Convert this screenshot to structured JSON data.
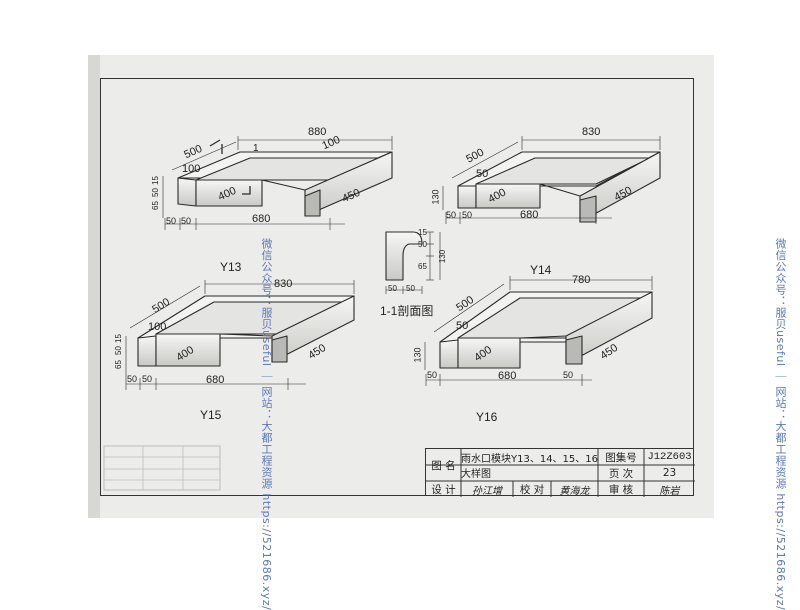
{
  "drawings": {
    "y13": {
      "name": "Y13",
      "dims": {
        "width_top": "880",
        "depth": "500",
        "lip": "100",
        "inner_lip": "100",
        "side_a": "400",
        "side_b": "450",
        "base": "680",
        "gap_left": "50",
        "gap_right": "50",
        "h1": "15",
        "h2": "50",
        "h3": "65"
      }
    },
    "y14": {
      "name": "Y14",
      "dims": {
        "width_top": "830",
        "depth": "500",
        "lip": "50",
        "side_a": "400",
        "side_b": "450",
        "base": "680",
        "gap_left": "50",
        "gap_right": "50",
        "height": "130"
      }
    },
    "y15": {
      "name": "Y15",
      "dims": {
        "width_top": "830",
        "depth": "500",
        "lip": "100",
        "side_a": "400",
        "side_b": "450",
        "base": "680",
        "gap_left": "50",
        "gap_right": "50",
        "h1": "15",
        "h2": "50",
        "h3": "65"
      }
    },
    "y16": {
      "name": "Y16",
      "dims": {
        "width_top": "780",
        "depth": "500",
        "lip": "50",
        "side_a": "400",
        "side_b": "450",
        "base": "680",
        "gap_left": "50",
        "gap_right": "50",
        "height": "130"
      }
    },
    "section": {
      "name": "1-1剖面图",
      "dims": {
        "w1": "50",
        "w2": "50",
        "h1": "15",
        "h2": "50",
        "h3": "65",
        "total": "130"
      }
    },
    "section_mark": "1"
  },
  "title_block": {
    "label_name": "图 名",
    "title": "雨水口模块Y13、14、15、16大样图",
    "label_atlas": "图集号",
    "atlas_no": "J12Z603",
    "label_page": "页 次",
    "page_no": "23",
    "label_design": "设 计",
    "design_sig": "孙江增",
    "label_check": "校 对",
    "check_sig": "黄海龙",
    "label_review": "审 核",
    "review_sig": "陈岩"
  },
  "watermark": {
    "text": "微信公众号：服贝useful ｜ 网站：大都工程资源 https://521686.xyz/",
    "color": "#5b78b8"
  }
}
